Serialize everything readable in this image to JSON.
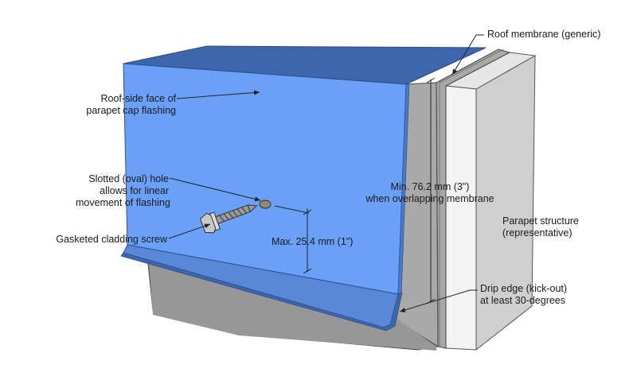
{
  "labels": {
    "roof_face": [
      "Roof-side face of",
      "parapet cap flashing"
    ],
    "roof_membrane": "Roof membrane (generic)",
    "slotted_hole": [
      "Slotted (oval) hole",
      "allows for linear",
      "movement of flashing"
    ],
    "gasketed_screw": "Gasketed cladding screw",
    "min_overlap": [
      "Min. 76.2 mm (3\")",
      "when overlapping membrane"
    ],
    "max_distance": "Max. 25.4 mm (1\")",
    "parapet_structure": [
      "Parapet structure",
      "(representative)"
    ],
    "drip_edge": [
      "Drip edge (kick-out)",
      "at least 30-degrees"
    ]
  },
  "colors": {
    "flashing_face": "#6aa0f7",
    "flashing_top": "#3e66ad",
    "flashing_edge": "#5a88d8",
    "concrete_front": "#8e8e8e",
    "concrete_side": "#bdbdbd",
    "parapet_front": "#f4f4f4",
    "parapet_side": "#cfcfcf",
    "membrane": "#a8a8a8"
  }
}
